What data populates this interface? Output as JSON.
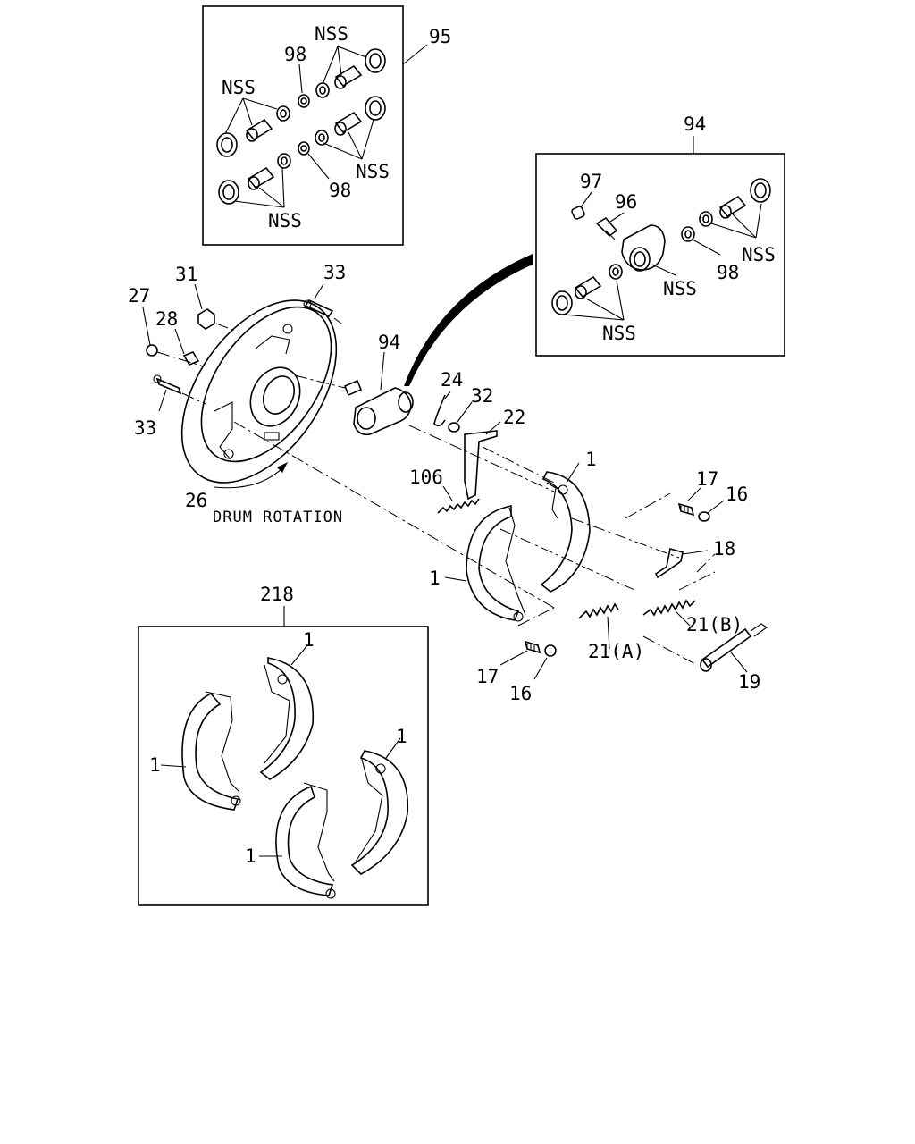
{
  "labels": {
    "l95": "95",
    "l98a": "98",
    "lNSSa": "NSS",
    "lNSSb": "NSS",
    "l98b": "98",
    "lNSSc": "NSS",
    "lNSSd": "NSS",
    "l94box": "94",
    "l97": "97",
    "l96": "96",
    "lNSSe": "NSS",
    "l98c": "98",
    "lNSSf": "NSS",
    "lNSSg": "NSS",
    "l31": "31",
    "l33a": "33",
    "l27": "27",
    "l28": "28",
    "l33b": "33",
    "l26": "26",
    "drum": "DRUM ROTATION",
    "l94": "94",
    "l24": "24",
    "l32": "32",
    "l22": "22",
    "l106": "106",
    "l1a": "1",
    "l17a": "17",
    "l16a": "16",
    "l18": "18",
    "l1b": "1",
    "l21b": "21(B)",
    "l21a": "21(A)",
    "l17b": "17",
    "l16b": "16",
    "l19": "19",
    "l218": "218",
    "l1c": "1",
    "l1d": "1",
    "l1e": "1",
    "l1f": "1"
  }
}
